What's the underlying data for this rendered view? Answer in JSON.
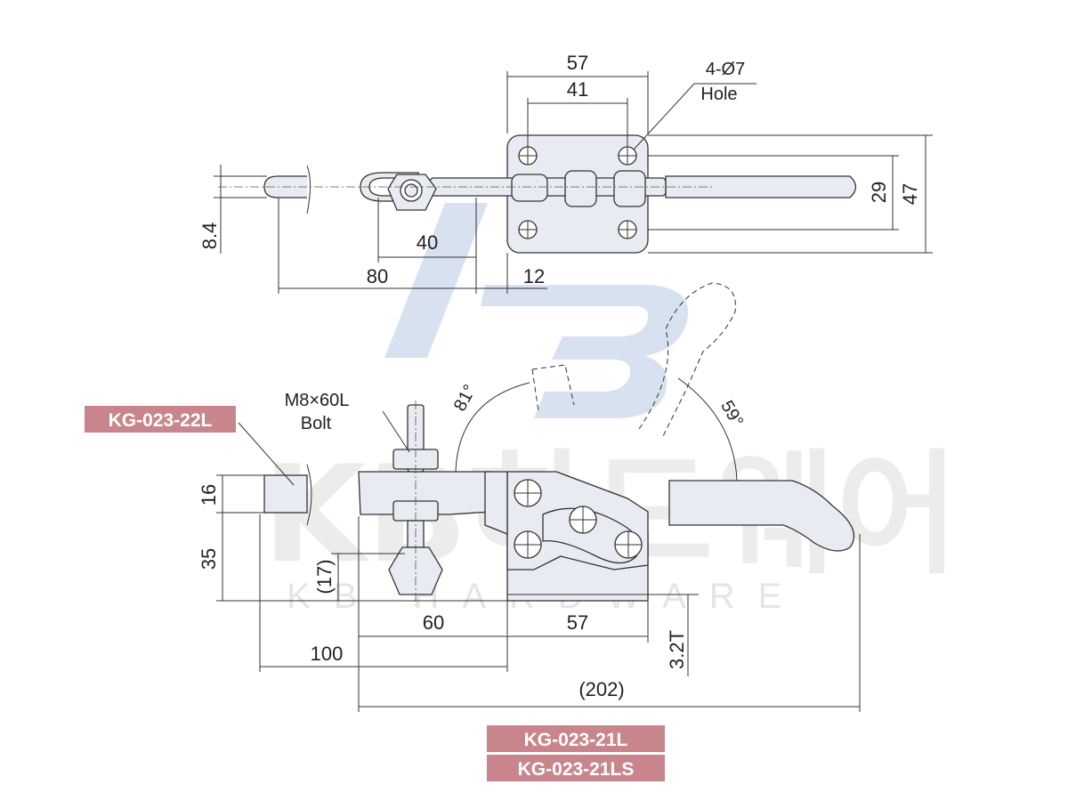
{
  "watermark": {
    "korean_text": "KB하드웨어",
    "sub_text": "KB HARDWARE",
    "logo_color": "#6f93c6"
  },
  "top_view": {
    "dims": {
      "width_57": "57",
      "width_41": "41",
      "hole_label": "4-Ø7",
      "hole_sub": "Hole",
      "height_29": "29",
      "height_47": "47",
      "d_8_4": "8.4",
      "d_40": "40",
      "d_80": "80",
      "d_12": "12"
    }
  },
  "side_view": {
    "bolt_label": "M8×60L",
    "bolt_sub": "Bolt",
    "angle_81": "81°",
    "angle_59": "59°",
    "dims": {
      "d_16": "16",
      "d_35": "35",
      "d_17": "(17)",
      "d_60": "60",
      "d_57": "57",
      "d_100": "100",
      "d_3_2t": "3.2T",
      "d_202": "(202)"
    }
  },
  "tags": {
    "tag_22l": "KG-023-22L",
    "tag_21l": "KG-023-21L",
    "tag_21ls": "KG-023-21LS",
    "tag_color": "#c8868c"
  }
}
